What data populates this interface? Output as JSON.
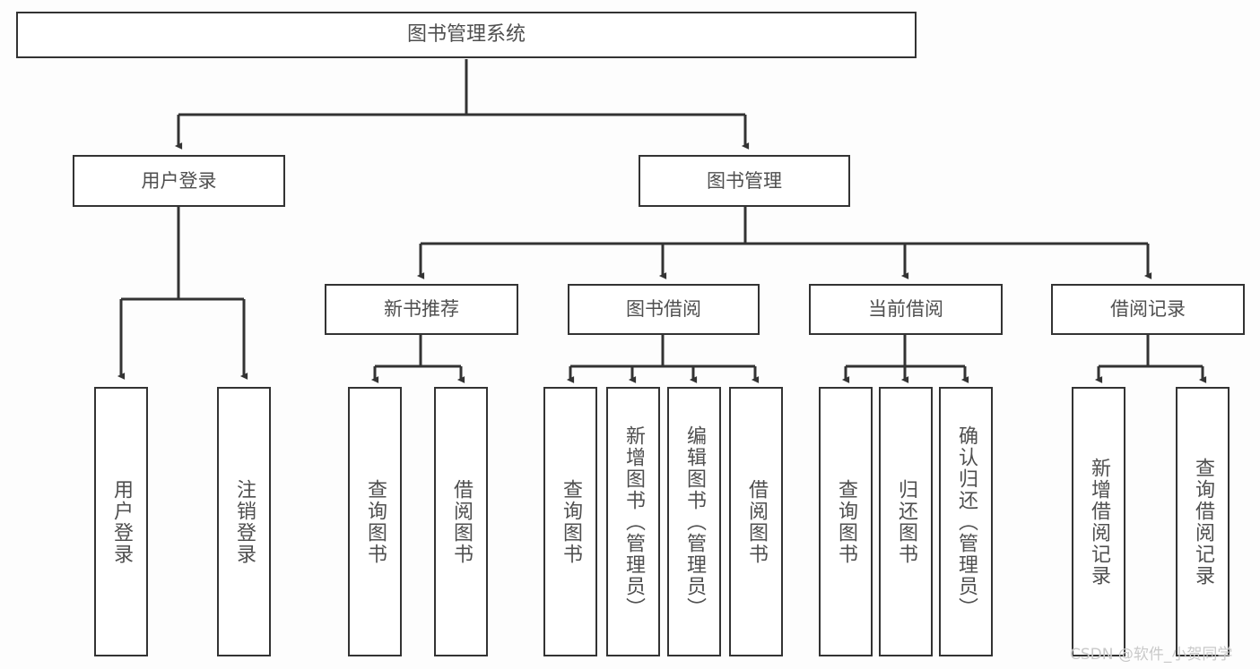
{
  "diagram": {
    "title": "图书管理系统",
    "type": "tree",
    "root": {
      "id": "root",
      "label": "图书管理系统",
      "orientation": "horizontal"
    },
    "level2": [
      {
        "id": "user-login",
        "label": "用户登录",
        "orientation": "horizontal"
      },
      {
        "id": "book-management",
        "label": "图书管理",
        "orientation": "horizontal"
      }
    ],
    "level3": [
      {
        "id": "new-book-recommend",
        "label": "新书推荐",
        "orientation": "horizontal",
        "parent": "book-management"
      },
      {
        "id": "book-borrow",
        "label": "图书借阅",
        "orientation": "horizontal",
        "parent": "book-management"
      },
      {
        "id": "current-borrow",
        "label": "当前借阅",
        "orientation": "horizontal",
        "parent": "book-management"
      },
      {
        "id": "borrow-record",
        "label": "借阅记录",
        "orientation": "horizontal",
        "parent": "book-management"
      }
    ],
    "leaves": [
      {
        "id": "leaf-user-login",
        "label": "用户登录",
        "orientation": "vertical",
        "parent": "user-login"
      },
      {
        "id": "leaf-logout-login",
        "label": "注销登录",
        "orientation": "vertical",
        "parent": "user-login"
      },
      {
        "id": "leaf-query-book-1",
        "label": "查询图书",
        "orientation": "vertical",
        "parent": "new-book-recommend"
      },
      {
        "id": "leaf-borrow-book-1",
        "label": "借阅图书",
        "orientation": "vertical",
        "parent": "new-book-recommend"
      },
      {
        "id": "leaf-query-book-2",
        "label": "查询图书",
        "orientation": "vertical",
        "parent": "book-borrow"
      },
      {
        "id": "leaf-add-book",
        "label": "新增图书（管理员）",
        "orientation": "vertical",
        "parent": "book-borrow"
      },
      {
        "id": "leaf-edit-book",
        "label": "编辑图书（管理员）",
        "orientation": "vertical",
        "parent": "book-borrow"
      },
      {
        "id": "leaf-borrow-book-2",
        "label": "借阅图书",
        "orientation": "vertical",
        "parent": "book-borrow"
      },
      {
        "id": "leaf-query-book-3",
        "label": "查询图书",
        "orientation": "vertical",
        "parent": "current-borrow"
      },
      {
        "id": "leaf-return-book",
        "label": "归还图书",
        "orientation": "vertical",
        "parent": "current-borrow"
      },
      {
        "id": "leaf-confirm-return",
        "label": "确认归还（管理员）",
        "orientation": "vertical",
        "parent": "current-borrow"
      },
      {
        "id": "leaf-add-record",
        "label": "新增借阅记录",
        "orientation": "vertical",
        "parent": "borrow-record"
      },
      {
        "id": "leaf-query-record",
        "label": "查询借阅记录",
        "orientation": "vertical",
        "parent": "borrow-record"
      }
    ],
    "colors": {
      "background": "#fdfdfd",
      "node_fill": "#ffffff",
      "node_border": "#333333",
      "connector": "#333333",
      "text": "#4f4f4f",
      "watermark": "#c9c9c9"
    }
  },
  "watermark": {
    "text": "CSDN @软件_小贺同学"
  }
}
